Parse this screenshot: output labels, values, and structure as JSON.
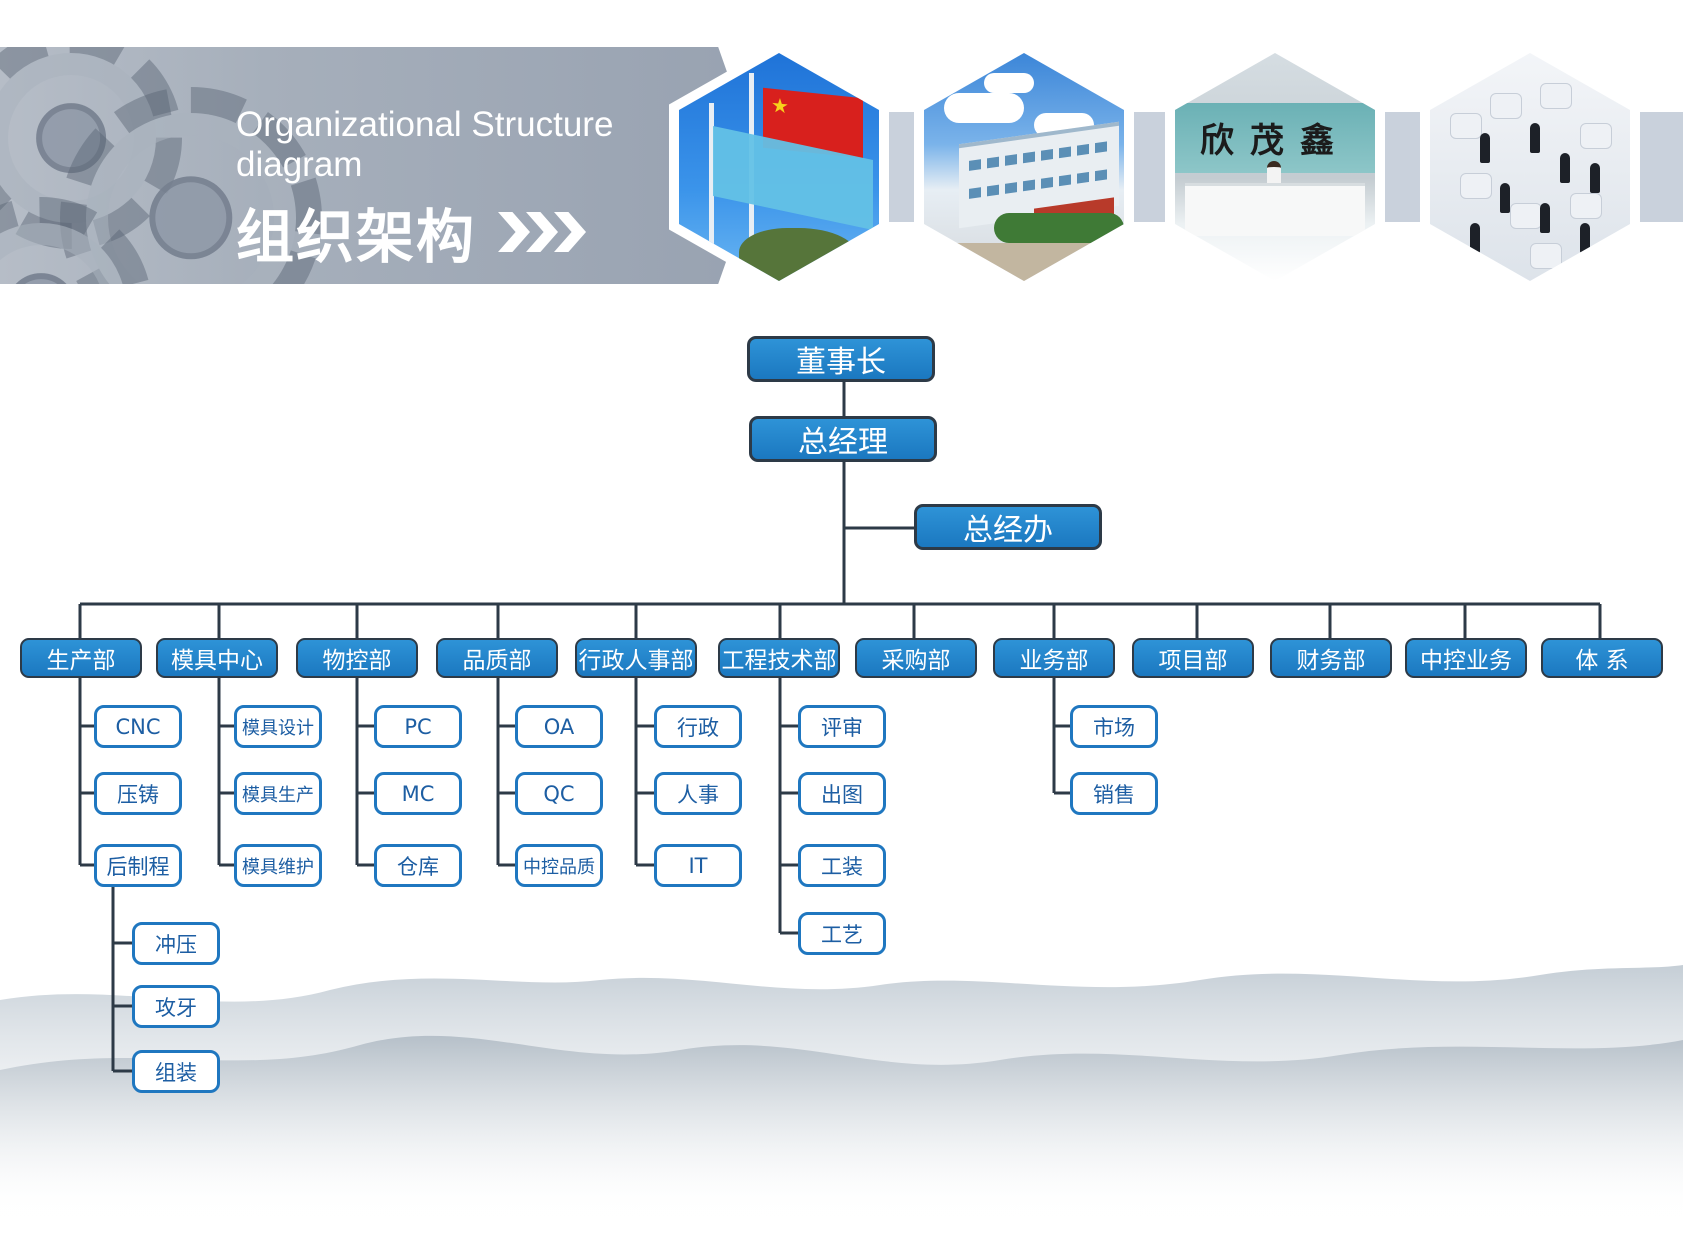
{
  "header": {
    "title_en": "Organizational Structure diagram",
    "title_cn": "组织架构",
    "chevrons": "›››",
    "photo_logo": "欣茂鑫"
  },
  "colors": {
    "node_fill": "#1f80c8",
    "node_border": "#2d3a47",
    "subnode_border": "#1f77c0",
    "subnode_text": "#1d5ea3",
    "line": "#2d3a47",
    "banner": "#a6afbb"
  },
  "org": {
    "chairman": "董事长",
    "general_manager": "总经理",
    "gm_office": "总经办",
    "departments": [
      {
        "label": "生产部",
        "children": [
          "CNC",
          "压铸",
          "后制程"
        ],
        "grandchildren": [
          "冲压",
          "攻牙",
          "组装"
        ]
      },
      {
        "label": "模具中心",
        "children": [
          "模具设计",
          "模具生产",
          "模具维护"
        ]
      },
      {
        "label": "物控部",
        "children": [
          "PC",
          "MC",
          "仓库"
        ]
      },
      {
        "label": "品质部",
        "children": [
          "OA",
          "QC",
          "中控品质"
        ]
      },
      {
        "label": "行政人事部",
        "children": [
          "行政",
          "人事",
          "IT"
        ]
      },
      {
        "label": "工程技术部",
        "children": [
          "评审",
          "出图",
          "工装",
          "工艺"
        ]
      },
      {
        "label": "采购部",
        "children": []
      },
      {
        "label": "业务部",
        "children": [
          "市场",
          "销售"
        ]
      },
      {
        "label": "项目部",
        "children": []
      },
      {
        "label": "财务部",
        "children": []
      },
      {
        "label": "中控业务",
        "children": []
      },
      {
        "label": "体 系",
        "children": []
      }
    ]
  }
}
